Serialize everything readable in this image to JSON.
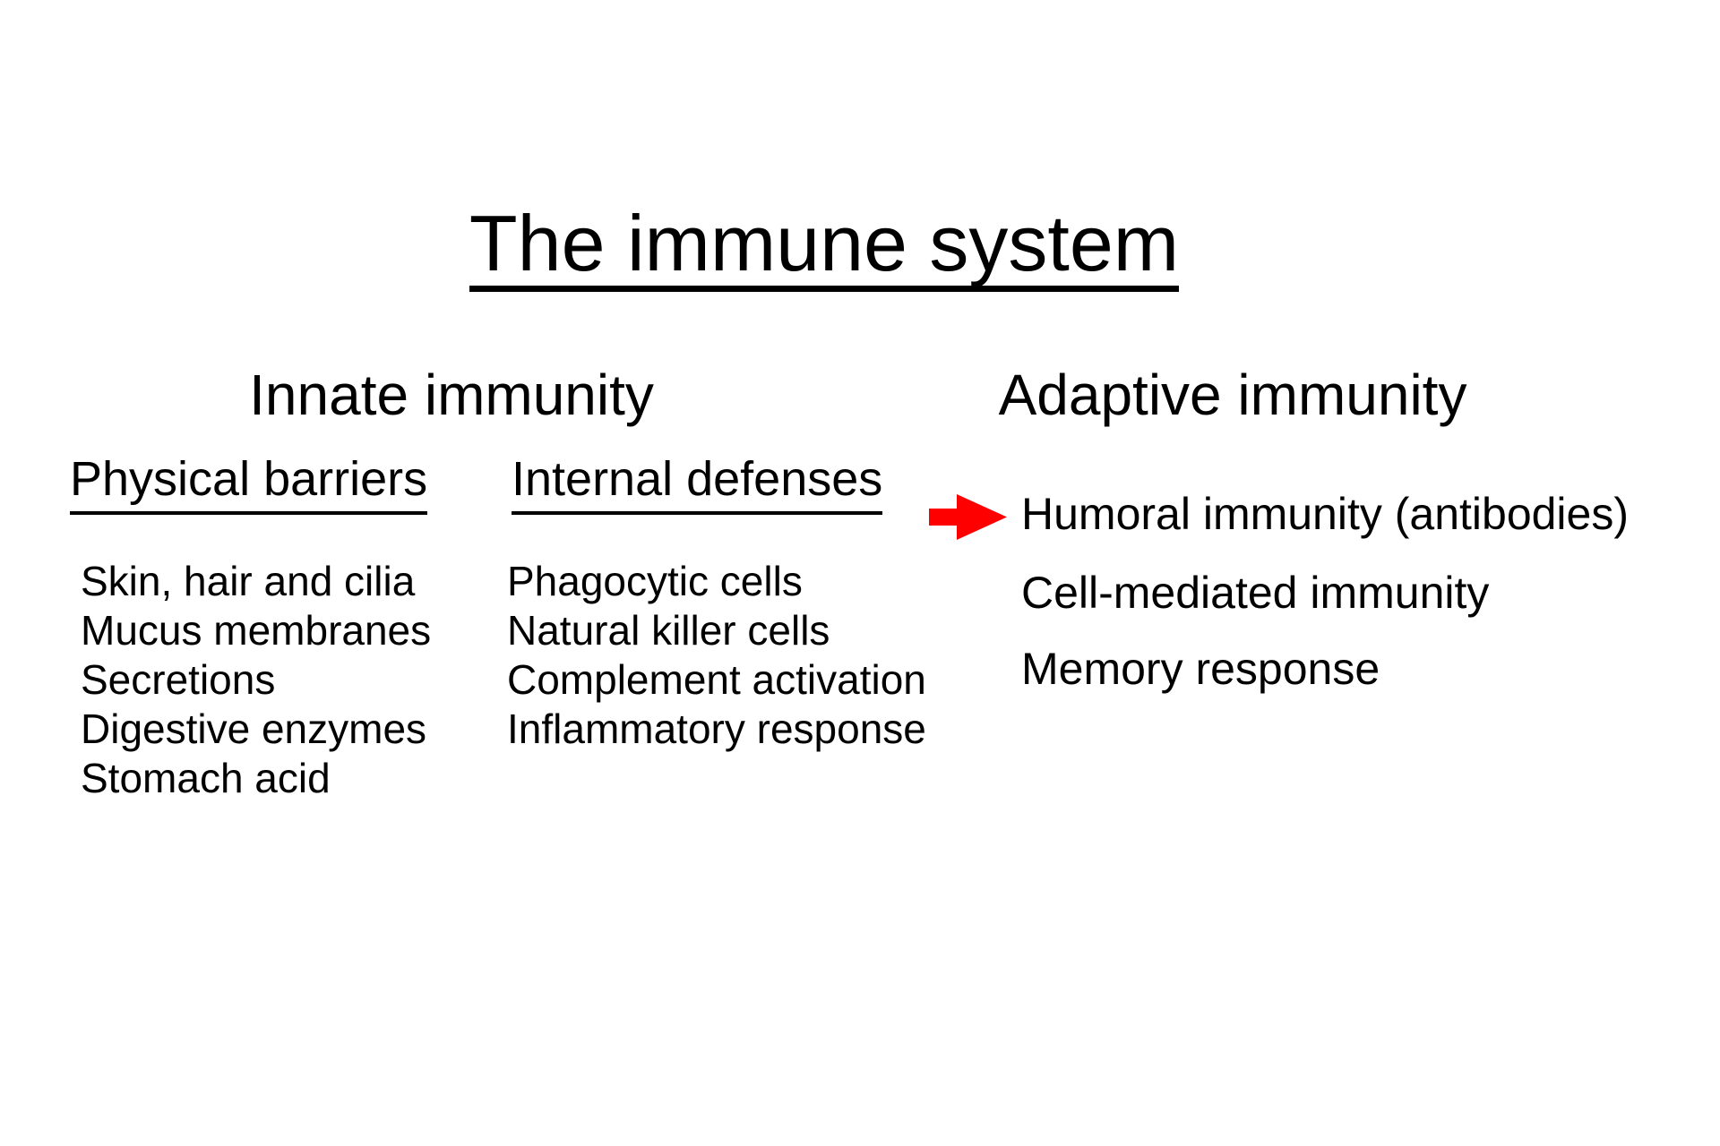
{
  "title": "The immune system",
  "innate": {
    "heading": "Innate immunity",
    "physical_barriers": {
      "heading": "Physical barriers",
      "items": [
        "Skin, hair and cilia",
        "Mucus membranes",
        "Secretions",
        "Digestive enzymes",
        "Stomach acid"
      ]
    },
    "internal_defenses": {
      "heading": "Internal defenses",
      "items": [
        "Phagocytic cells",
        "Natural killer cells",
        "Complement activation",
        "Inflammatory response"
      ]
    }
  },
  "adaptive": {
    "heading": "Adaptive immunity",
    "items": [
      "Humoral immunity (antibodies)",
      "Cell-mediated immunity",
      "Memory response"
    ]
  },
  "arrow": {
    "icon": "right-arrow-icon",
    "color": "#ff0000"
  },
  "colors": {
    "background": "#ffffff",
    "text": "#000000"
  }
}
